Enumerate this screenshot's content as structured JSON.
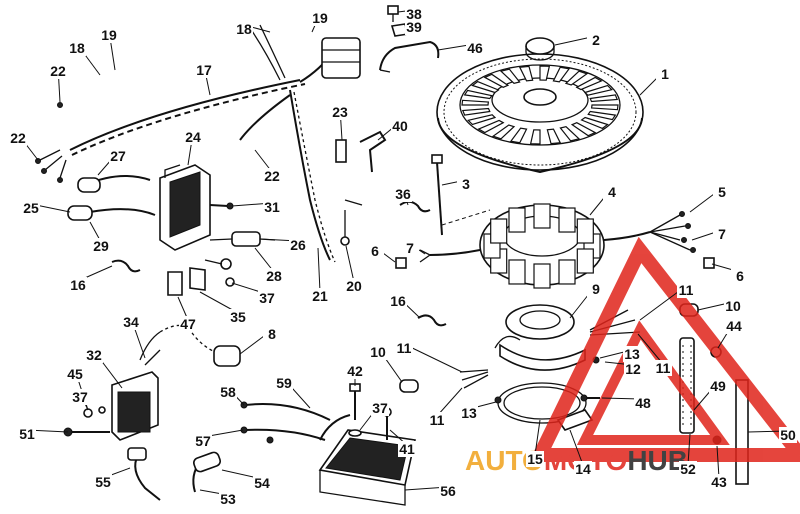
{
  "diagram": {
    "callouts": [
      "1",
      "2",
      "3",
      "4",
      "5",
      "6",
      "6",
      "7",
      "7",
      "8",
      "9",
      "10",
      "10",
      "11",
      "11",
      "11",
      "11",
      "12",
      "13",
      "13",
      "14",
      "15",
      "16",
      "16",
      "17",
      "18",
      "18",
      "19",
      "19",
      "20",
      "21",
      "22",
      "22",
      "22",
      "23",
      "24",
      "25",
      "26",
      "27",
      "28",
      "29",
      "31",
      "32",
      "34",
      "35",
      "36",
      "37",
      "37",
      "37",
      "38",
      "39",
      "40",
      "41",
      "42",
      "43",
      "44",
      "45",
      "46",
      "47",
      "48",
      "49",
      "50",
      "51",
      "52",
      "53",
      "54",
      "55",
      "56",
      "57",
      "58",
      "59"
    ]
  },
  "watermark": {
    "brand_part1": "AUTO",
    "brand_part2": "MOTO",
    "brand_part3": "HUB",
    "accent_red": "#e0241b",
    "accent_orange": "#f0a21c",
    "accent_dark": "#222222"
  }
}
